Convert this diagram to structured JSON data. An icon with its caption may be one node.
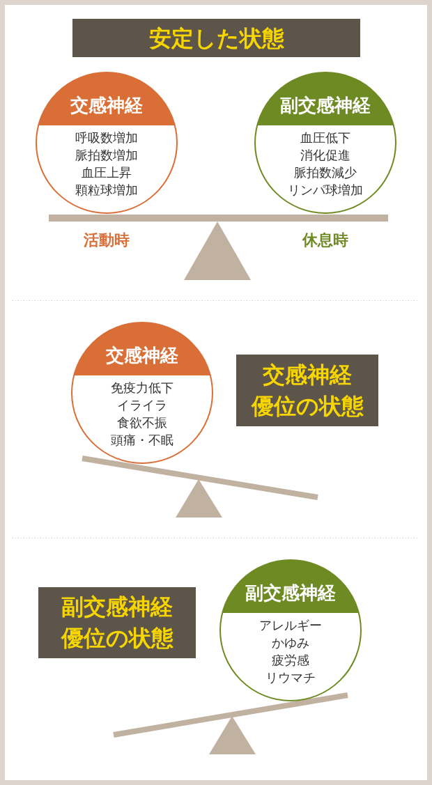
{
  "diagram": {
    "nodes": [
      {
        "text": [
          "安定した状態"
        ]
      },
      {
        "text": [
          "交感神経",
          "呼吸数増加",
          "脈拍数増加",
          "血圧上昇",
          "顆粒球増加"
        ],
        "beside": [
          "活動時"
        ]
      },
      {
        "text": [
          "副交感神経",
          "血圧低下",
          "消化促進",
          "脈拍数減少",
          "リンパ球増加"
        ],
        "beside": [
          "休息時"
        ]
      },
      {
        "text": [
          "交感神経",
          "免疫力低下",
          "イライラ",
          "食欲不振",
          "頭痛・不眠"
        ]
      },
      {
        "text": [
          "交感神経優位の状態"
        ]
      },
      {
        "text": [
          "副交感神経優位の状態"
        ]
      },
      {
        "text": [
          "副交感神経",
          "アレルギー",
          "かゆみ",
          "疲労感",
          "リウマチ"
        ]
      }
    ]
  }
}
